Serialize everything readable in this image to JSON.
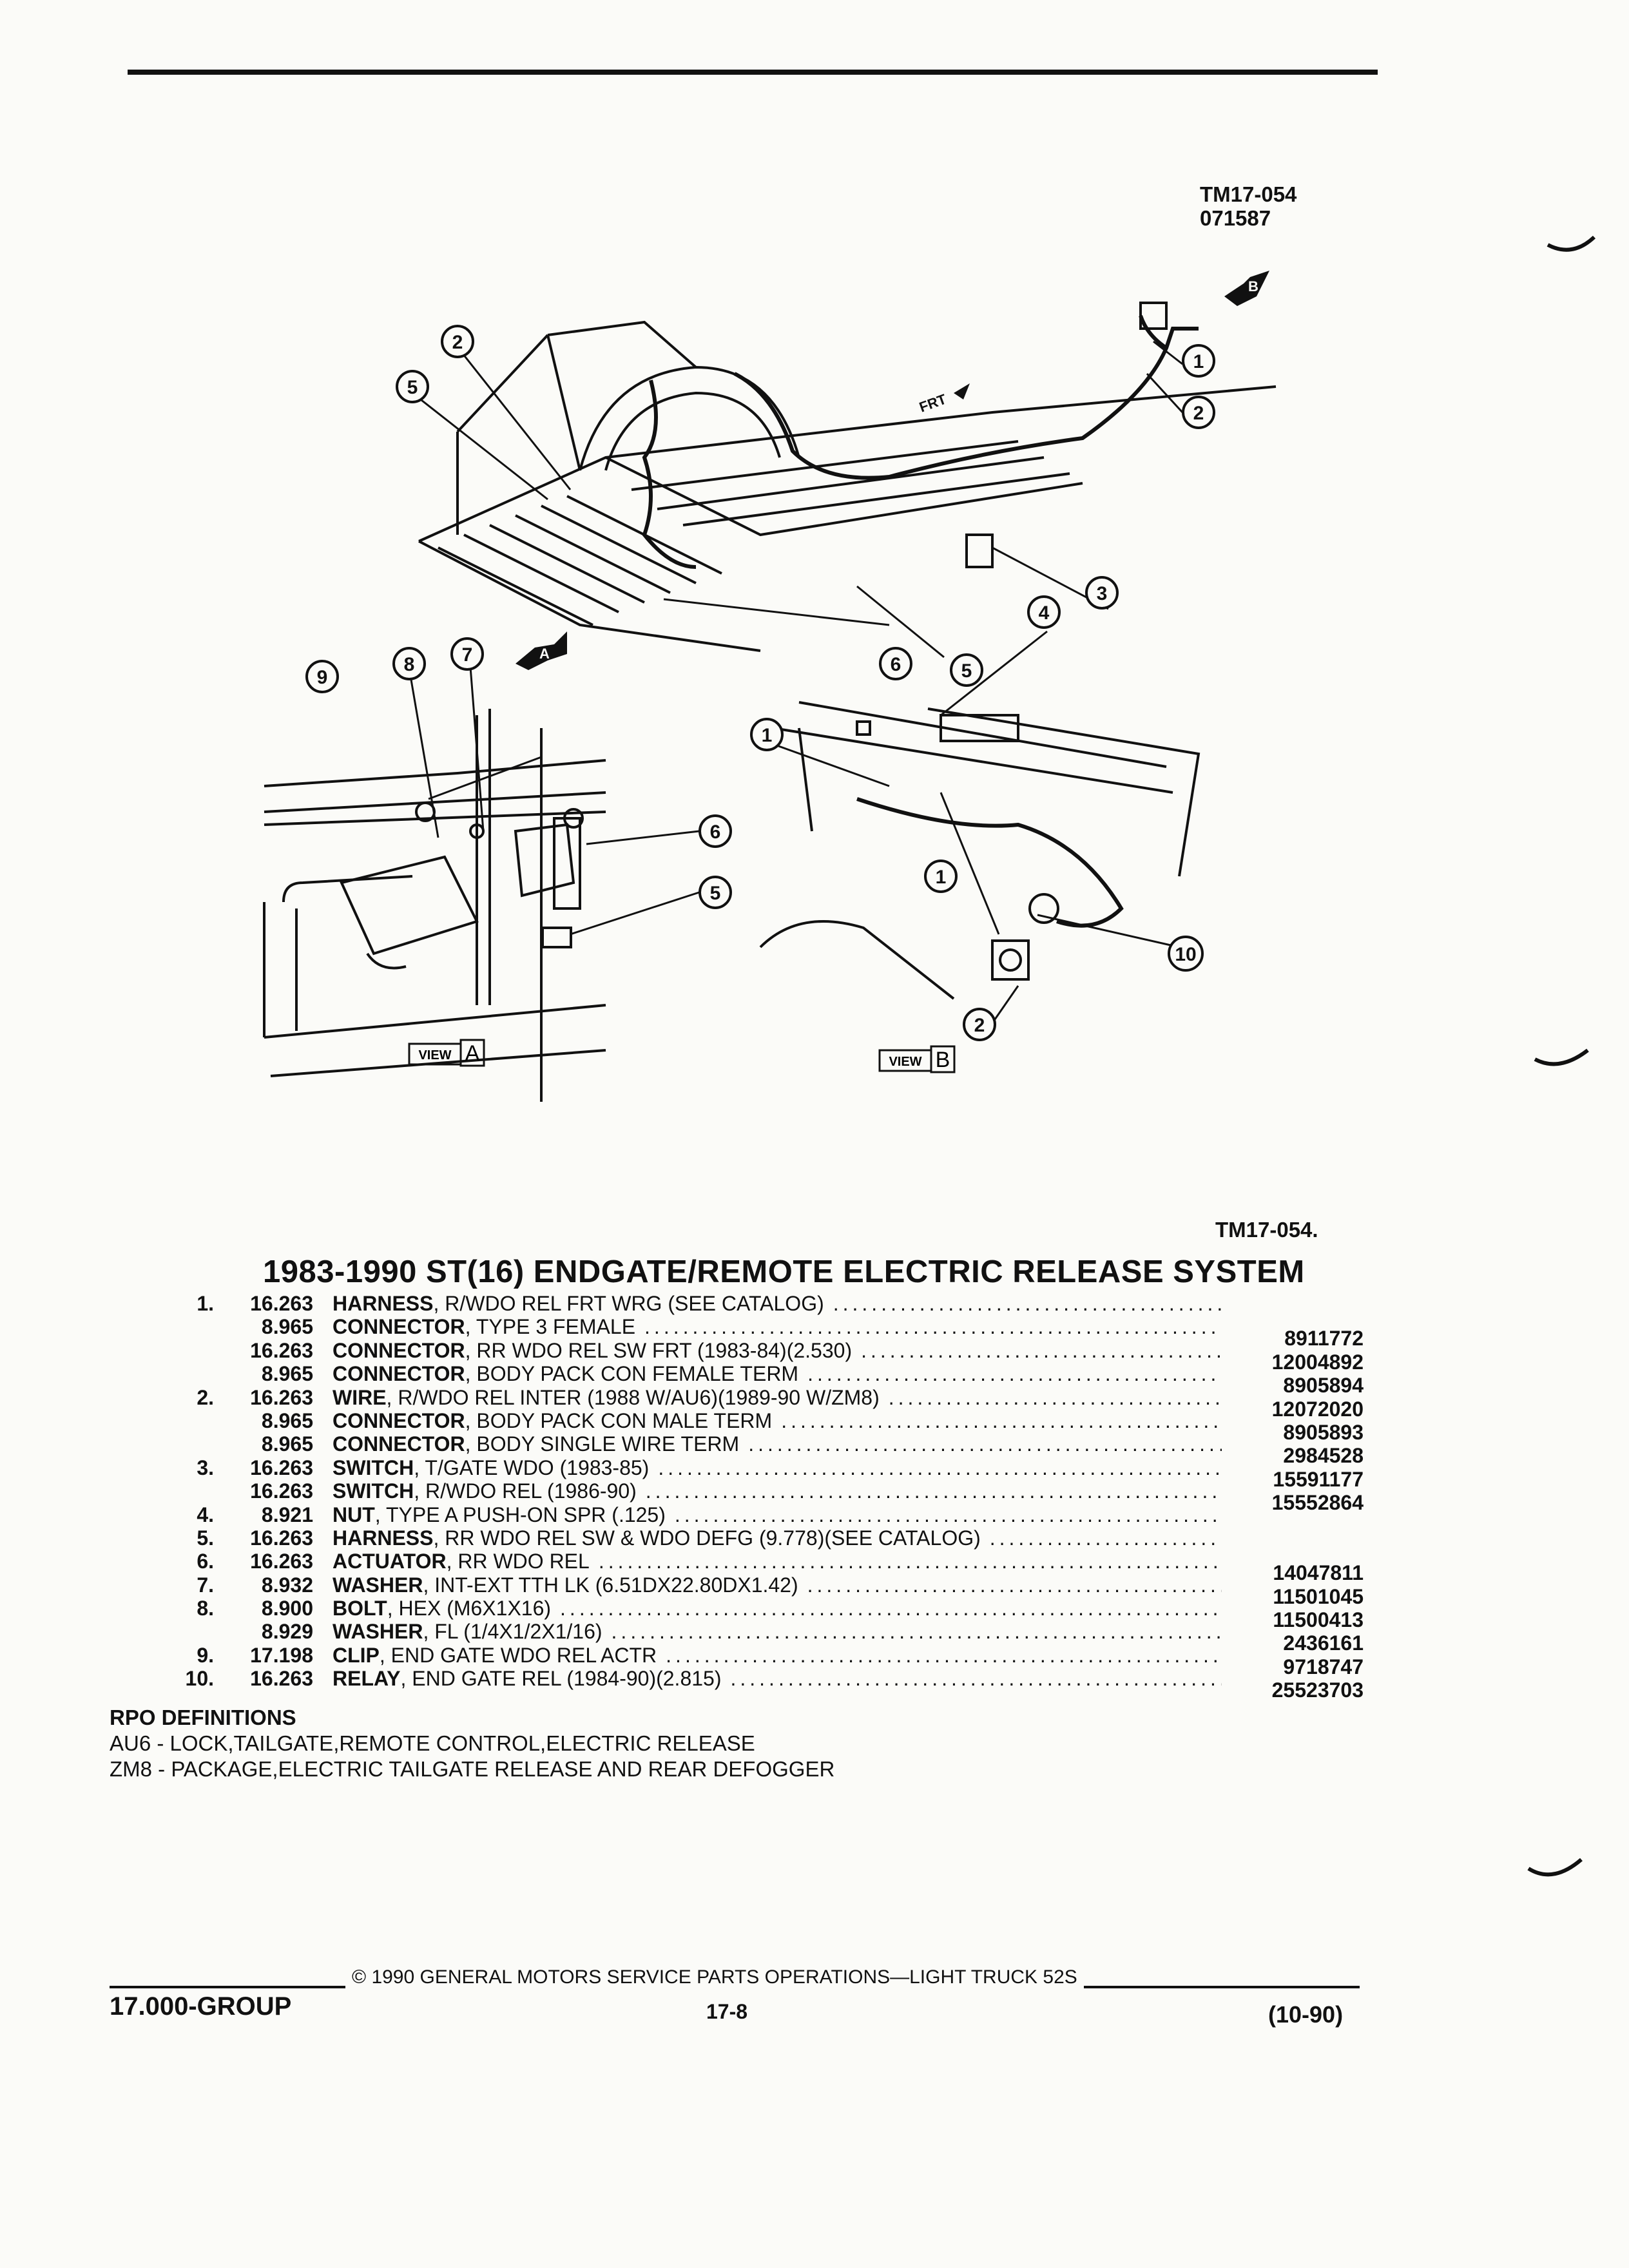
{
  "header": {
    "code": "TM17-054",
    "number": "071587"
  },
  "diagram": {
    "callouts": [
      "1",
      "2",
      "3",
      "4",
      "5",
      "6",
      "7",
      "8",
      "9",
      "10"
    ],
    "frt_label": "FRT",
    "view_a_tag": "A",
    "view_b_tag": "B",
    "view_word": "VIEW",
    "code_bottom": "TM17-054."
  },
  "title": "1983-1990 ST(16) ENDGATE/REMOTE ELECTRIC RELEASE SYSTEM",
  "parts": [
    {
      "num": "1.",
      "group": "16.263",
      "name": "HARNESS",
      "desc": ", R/WDO REL FRT WRG (SEE CATALOG)",
      "pn": ""
    },
    {
      "num": "",
      "group": "8.965",
      "name": "CONNECTOR",
      "desc": ", TYPE 3 FEMALE",
      "pn": "8911772"
    },
    {
      "num": "",
      "group": "16.263",
      "name": "CONNECTOR",
      "desc": ", RR WDO REL SW FRT (1983-84)(2.530)",
      "pn": "12004892"
    },
    {
      "num": "",
      "group": "8.965",
      "name": "CONNECTOR",
      "desc": ", BODY PACK CON FEMALE TERM",
      "pn": "8905894"
    },
    {
      "num": "2.",
      "group": "16.263",
      "name": "WIRE",
      "desc": ", R/WDO REL INTER (1988 W/AU6)(1989-90 W/ZM8)",
      "pn": "12072020"
    },
    {
      "num": "",
      "group": "8.965",
      "name": "CONNECTOR",
      "desc": ", BODY PACK CON MALE TERM",
      "pn": "8905893"
    },
    {
      "num": "",
      "group": "8.965",
      "name": "CONNECTOR",
      "desc": ", BODY SINGLE WIRE TERM",
      "pn": "2984528"
    },
    {
      "num": "3.",
      "group": "16.263",
      "name": "SWITCH",
      "desc": ", T/GATE WDO (1983-85)",
      "pn": "15591177"
    },
    {
      "num": "",
      "group": "16.263",
      "name": "SWITCH",
      "desc": ", R/WDO REL (1986-90)",
      "pn": "15552864"
    },
    {
      "num": "4.",
      "group": "8.921",
      "name": "NUT",
      "desc": ", TYPE A PUSH-ON SPR (.125)",
      "pn": ""
    },
    {
      "num": "5.",
      "group": "16.263",
      "name": "HARNESS",
      "desc": ", RR WDO REL SW & WDO DEFG (9.778)(SEE CATALOG)",
      "pn": ""
    },
    {
      "num": "6.",
      "group": "16.263",
      "name": "ACTUATOR",
      "desc": ", RR WDO REL",
      "pn": "14047811"
    },
    {
      "num": "7.",
      "group": "8.932",
      "name": "WASHER",
      "desc": ", INT-EXT TTH LK (6.51DX22.80DX1.42)",
      "pn": "11501045"
    },
    {
      "num": "8.",
      "group": "8.900",
      "name": "BOLT",
      "desc": ", HEX (M6X1X16)",
      "pn": "11500413"
    },
    {
      "num": "",
      "group": "8.929",
      "name": "WASHER",
      "desc": ", FL (1/4X1/2X1/16)",
      "pn": "2436161"
    },
    {
      "num": "9.",
      "group": "17.198",
      "name": "CLIP",
      "desc": ", END GATE WDO REL ACTR",
      "pn": "9718747"
    },
    {
      "num": "10.",
      "group": "16.263",
      "name": "RELAY",
      "desc": ", END GATE REL (1984-90)(2.815)",
      "pn": "25523703"
    }
  ],
  "rpo": {
    "heading": "RPO DEFINITIONS",
    "lines": [
      "AU6 - LOCK,TAILGATE,REMOTE CONTROL,ELECTRIC RELEASE",
      "ZM8 - PACKAGE,ELECTRIC TAILGATE RELEASE AND REAR DEFOGGER"
    ]
  },
  "footer": {
    "copyright": "© 1990 GENERAL MOTORS SERVICE PARTS OPERATIONS—LIGHT TRUCK 52S",
    "group": "17.000-GROUP",
    "page": "17-8",
    "date": "(10-90)"
  }
}
